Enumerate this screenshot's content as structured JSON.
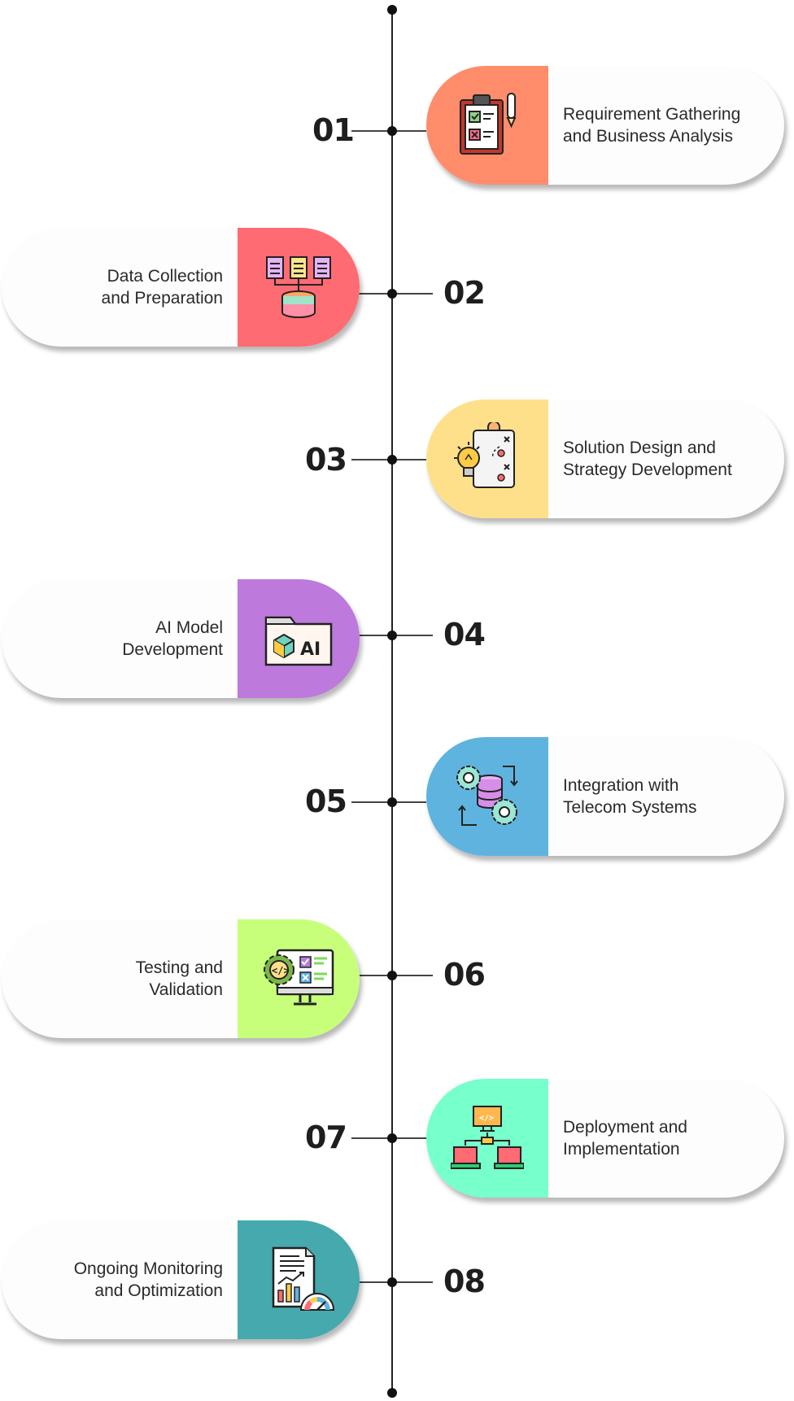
{
  "steps": [
    {
      "number": "01",
      "line1": "Requirement Gathering",
      "line2": "and Business Analysis",
      "color": "#ff8c6b",
      "icon": "clipboard-checklist-icon"
    },
    {
      "number": "02",
      "line1": "Data Collection",
      "line2": "and Preparation",
      "color": "#ff6b72",
      "icon": "database-network-icon"
    },
    {
      "number": "03",
      "line1": "Solution Design and",
      "line2": "Strategy Development",
      "color": "#ffe08a",
      "icon": "lightbulb-strategy-icon"
    },
    {
      "number": "04",
      "line1": "AI Model",
      "line2": "Development",
      "color": "#bd79dc",
      "icon": "ai-folder-icon"
    },
    {
      "number": "05",
      "line1": "Integration with",
      "line2": "Telecom Systems",
      "color": "#5fb3df",
      "icon": "gears-database-icon"
    },
    {
      "number": "06",
      "line1": "Testing and",
      "line2": "Validation",
      "color": "#c8ff7a",
      "icon": "monitor-testing-icon"
    },
    {
      "number": "07",
      "line1": "Deployment and",
      "line2": "Implementation",
      "color": "#77ffcc",
      "icon": "network-deployment-icon"
    },
    {
      "number": "08",
      "line1": "Ongoing Monitoring",
      "line2": "and Optimization",
      "color": "#45a9ae",
      "icon": "report-gauge-icon"
    }
  ]
}
